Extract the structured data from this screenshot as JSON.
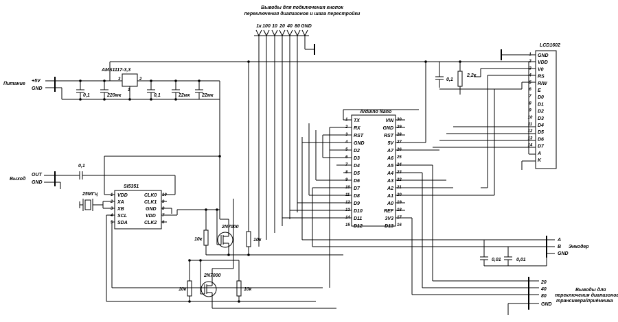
{
  "header": {
    "line1": "Выводы для подключения кнопок",
    "line2": "переключения диапазонов и шага перестройки",
    "pin_labels": [
      "1к",
      "100",
      "10",
      "20",
      "40",
      "80",
      "GND"
    ]
  },
  "power": {
    "title": "Питание",
    "plus": "+5V",
    "gnd": "GND",
    "regulator": "AMS1117-3,3",
    "reg_pin_in": "3",
    "reg_pin_out": "2",
    "reg_pin_gnd": "1",
    "caps": [
      "0,1",
      "220мк",
      "0,1",
      "22мк",
      "22мк"
    ]
  },
  "output": {
    "title": "Выход",
    "out": "OUT",
    "gnd": "GND",
    "cap": "0,1"
  },
  "crystal": "25МГц",
  "si5351": {
    "title": "SI5351",
    "left_pins": [
      {
        "num": "1",
        "name": "VDD"
      },
      {
        "num": "2",
        "name": "XA"
      },
      {
        "num": "3",
        "name": "XB"
      },
      {
        "num": "4",
        "name": "SCL"
      },
      {
        "num": "5",
        "name": "SDA"
      }
    ],
    "right_pins": [
      {
        "num": "10",
        "name": "CLK0"
      },
      {
        "num": "9",
        "name": "CLK1"
      },
      {
        "num": "8",
        "name": "GND"
      },
      {
        "num": "7",
        "name": "VDD"
      },
      {
        "num": "6",
        "name": "CLK2"
      }
    ]
  },
  "transistors": [
    "2N7000",
    "2N7000"
  ],
  "resistors": [
    "10к",
    "10к",
    "10к",
    "10к",
    "2,2к"
  ],
  "trim_cap": "0,1",
  "arduino": {
    "title": "Arduino Nano",
    "left_pins": [
      {
        "num": "1",
        "name": "TX"
      },
      {
        "num": "2",
        "name": "RX"
      },
      {
        "num": "3",
        "name": "RST"
      },
      {
        "num": "4",
        "name": "GND"
      },
      {
        "num": "5",
        "name": "D2"
      },
      {
        "num": "6",
        "name": "D3"
      },
      {
        "num": "7",
        "name": "D4"
      },
      {
        "num": "8",
        "name": "D5"
      },
      {
        "num": "9",
        "name": "D6"
      },
      {
        "num": "10",
        "name": "D7"
      },
      {
        "num": "11",
        "name": "D8"
      },
      {
        "num": "12",
        "name": "D9"
      },
      {
        "num": "13",
        "name": "D10"
      },
      {
        "num": "14",
        "name": "D11"
      },
      {
        "num": "15",
        "name": "D12"
      }
    ],
    "right_pins": [
      {
        "num": "30",
        "name": "VIN"
      },
      {
        "num": "29",
        "name": "GND"
      },
      {
        "num": "28",
        "name": "RST"
      },
      {
        "num": "27",
        "name": "5V"
      },
      {
        "num": "26",
        "name": "A7"
      },
      {
        "num": "25",
        "name": "A6"
      },
      {
        "num": "24",
        "name": "A5"
      },
      {
        "num": "23",
        "name": "A4"
      },
      {
        "num": "22",
        "name": "A3"
      },
      {
        "num": "21",
        "name": "A2"
      },
      {
        "num": "20",
        "name": "A1"
      },
      {
        "num": "19",
        "name": "A0"
      },
      {
        "num": "18",
        "name": "REF"
      },
      {
        "num": "17",
        "name": "3V3"
      },
      {
        "num": "16",
        "name": "D13"
      }
    ]
  },
  "lcd": {
    "title": "LCD1602",
    "pins": [
      {
        "num": "1",
        "name": "GND"
      },
      {
        "num": "2",
        "name": "VDD"
      },
      {
        "num": "3",
        "name": "V0"
      },
      {
        "num": "4",
        "name": "RS"
      },
      {
        "num": "5",
        "name": "R/W"
      },
      {
        "num": "6",
        "name": "E"
      },
      {
        "num": "7",
        "name": "D0"
      },
      {
        "num": "8",
        "name": "D1"
      },
      {
        "num": "9",
        "name": "D2"
      },
      {
        "num": "10",
        "name": "D3"
      },
      {
        "num": "11",
        "name": "D4"
      },
      {
        "num": "12",
        "name": "D5"
      },
      {
        "num": "13",
        "name": "D6"
      },
      {
        "num": "14",
        "name": "D7"
      },
      {
        "num": "",
        "name": "A"
      },
      {
        "num": "",
        "name": "K"
      }
    ]
  },
  "encoder": {
    "title": "Энкодер",
    "pins": [
      "A",
      "B",
      "GND"
    ],
    "caps": [
      "0,01",
      "0,01"
    ]
  },
  "band": {
    "line1": "Выводы для",
    "line2": "переключения диапазонов",
    "line3": "трансивера/приёмника",
    "pins": [
      "20",
      "40",
      "80",
      "GND"
    ]
  }
}
